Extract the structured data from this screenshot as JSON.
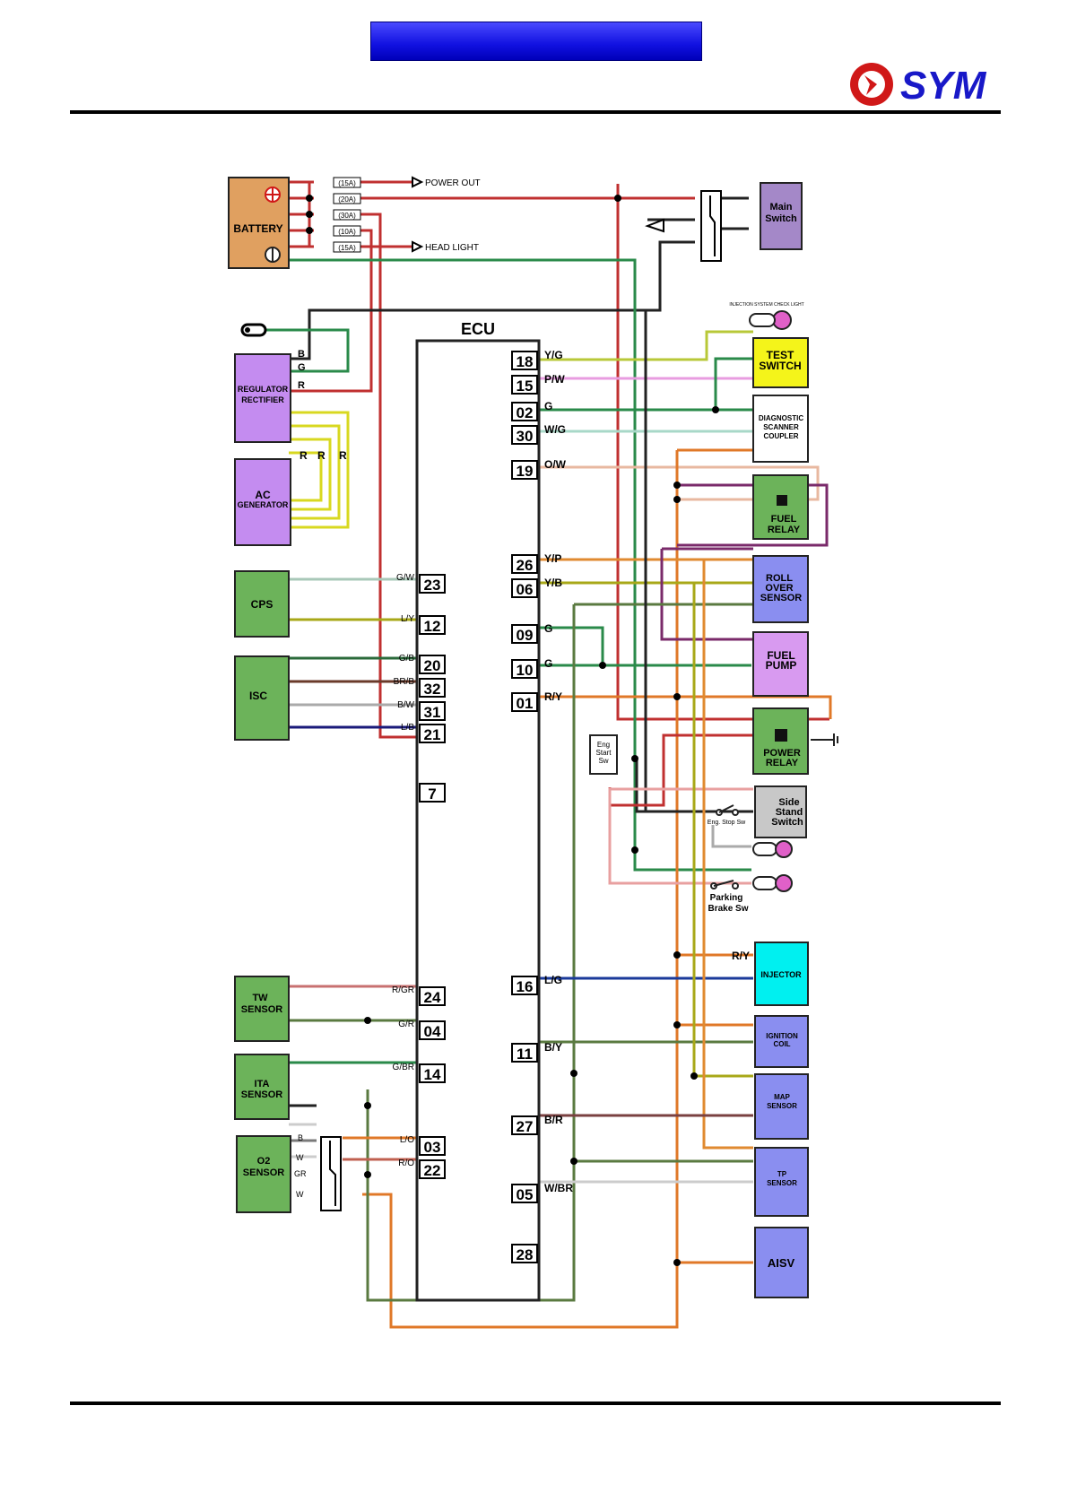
{
  "header": {
    "brand": "SYM"
  },
  "fuses": [
    "(15A)",
    "(20A)",
    "(30A)",
    "(10A)",
    "(15A)"
  ],
  "outputs": {
    "power_out": "POWER OUT",
    "head_light": "HEAD LIGHT"
  },
  "battery": {
    "label": "BATTERY"
  },
  "main_switch": {
    "line1": "Main",
    "line2": "Switch"
  },
  "ecu": {
    "label": "ECU"
  },
  "regulator": {
    "line1": "REGULATOR",
    "line2": "RECTIFIER",
    "wires": [
      "B",
      "G",
      "R"
    ]
  },
  "ac_generator": {
    "line1": "AC",
    "line2": "GENERATOR",
    "wires": [
      "R",
      "R",
      "R"
    ]
  },
  "left_components": {
    "cps": "CPS",
    "isc": "ISC",
    "tw_line1": "TW",
    "tw_line2": "SENSOR",
    "ita_line1": "ITA",
    "ita_line2": "SENSOR",
    "o2_line1": "O2",
    "o2_line2": "SENSOR",
    "o2_wires": [
      "B",
      "W",
      "GR",
      "W"
    ]
  },
  "left_pins": [
    {
      "pin": "23",
      "wire": "G/W"
    },
    {
      "pin": "12",
      "wire": "L/Y"
    },
    {
      "pin": "20",
      "wire": "G/B"
    },
    {
      "pin": "32",
      "wire": "BR/B"
    },
    {
      "pin": "31",
      "wire": "B/W"
    },
    {
      "pin": "21",
      "wire": "L/B"
    },
    {
      "pin": "7",
      "wire": ""
    },
    {
      "pin": "24",
      "wire": "R/GR"
    },
    {
      "pin": "04",
      "wire": "G/R"
    },
    {
      "pin": "14",
      "wire": "G/BR"
    },
    {
      "pin": "03",
      "wire": "L/O"
    },
    {
      "pin": "22",
      "wire": "R/O"
    }
  ],
  "right_pins": [
    {
      "pin": "18",
      "wire": "Y/G"
    },
    {
      "pin": "15",
      "wire": "P/W"
    },
    {
      "pin": "02",
      "wire": "G"
    },
    {
      "pin": "30",
      "wire": "W/G"
    },
    {
      "pin": "19",
      "wire": "O/W"
    },
    {
      "pin": "26",
      "wire": "Y/P"
    },
    {
      "pin": "06",
      "wire": "Y/B"
    },
    {
      "pin": "09",
      "wire": "G"
    },
    {
      "pin": "10",
      "wire": "G"
    },
    {
      "pin": "01",
      "wire": "R/Y"
    },
    {
      "pin": "16",
      "wire": "L/G"
    },
    {
      "pin": "11",
      "wire": "B/Y"
    },
    {
      "pin": "27",
      "wire": "B/R"
    },
    {
      "pin": "05",
      "wire": "W/BR"
    },
    {
      "pin": "28",
      "wire": ""
    }
  ],
  "right_components": {
    "indicator_small": "INJECTION SYSTEM CHECK LIGHT",
    "test_switch_1": "TEST",
    "test_switch_2": "SWITCH",
    "diag_1": "DIAGNOSTIC",
    "diag_2": "SCANNER",
    "diag_3": "COUPLER",
    "fuel_relay_1": "FUEL",
    "fuel_relay_2": "RELAY",
    "roll_1": "ROLL",
    "roll_2": "OVER",
    "roll_3": "SENSOR",
    "fuel_pump_1": "FUEL",
    "fuel_pump_2": "PUMP",
    "power_relay_1": "POWER",
    "power_relay_2": "RELAY",
    "eng_start_1": "Eng",
    "eng_start_2": "Start",
    "eng_start_3": "Sw",
    "side_1": "Side",
    "side_2": "Stand",
    "side_3": "Switch",
    "eng_stop": "Eng. Stop Sw",
    "parking_1": "Parking",
    "parking_2": "Brake Sw",
    "injector": "INJECTOR",
    "injector_wire": "R/Y",
    "ign_1": "IGNITION",
    "ign_2": "COIL",
    "map_1": "MAP",
    "map_2": "SENSOR",
    "tp_1": "TP",
    "tp_2": "SENSOR",
    "aisv": "AISV"
  },
  "colors": {
    "header_blue": "#1a1aff",
    "component_purple": "#c48cf0",
    "component_green": "#6cb35a",
    "component_blue": "#8a8ef0",
    "component_cyan": "#00f0f0",
    "component_yellow": "#f4f41a",
    "battery_orange": "#e0a060",
    "logo_red": "#d01818",
    "logo_blue": "#1818c8"
  }
}
